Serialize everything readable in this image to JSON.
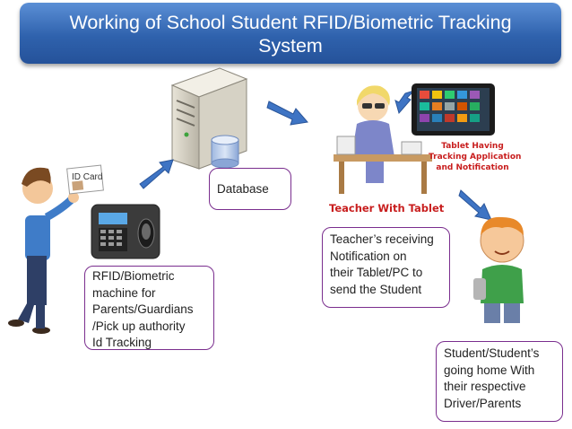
{
  "title": {
    "line1": "Working of School Student RFID/Biometric Tracking",
    "line2": "System"
  },
  "labels": {
    "database": "Database",
    "teacher_receiving": [
      "Teacher’s receiving",
      "Notification on",
      "their Tablet/PC  to",
      "send the Student"
    ],
    "rfid_machine": [
      "RFID/Biometric",
      "machine for",
      "Parents/Guardians",
      "/Pick up authority",
      "Id Tracking"
    ],
    "student_going_home": [
      "Student/Student’s",
      "going home With",
      "their respective",
      "Driver/Parents"
    ]
  },
  "captions": {
    "id_card": "ID Card",
    "teacher_with_tablet": "Teacher With Tablet",
    "tablet_having": [
      "Tablet Having",
      "Tracking Application",
      "and Notification"
    ]
  },
  "colors": {
    "title_bar": "#3b6fbd",
    "arrow": "#3e74c4",
    "box_border": "#7a2e8e",
    "caption_red": "#c81e1e"
  }
}
